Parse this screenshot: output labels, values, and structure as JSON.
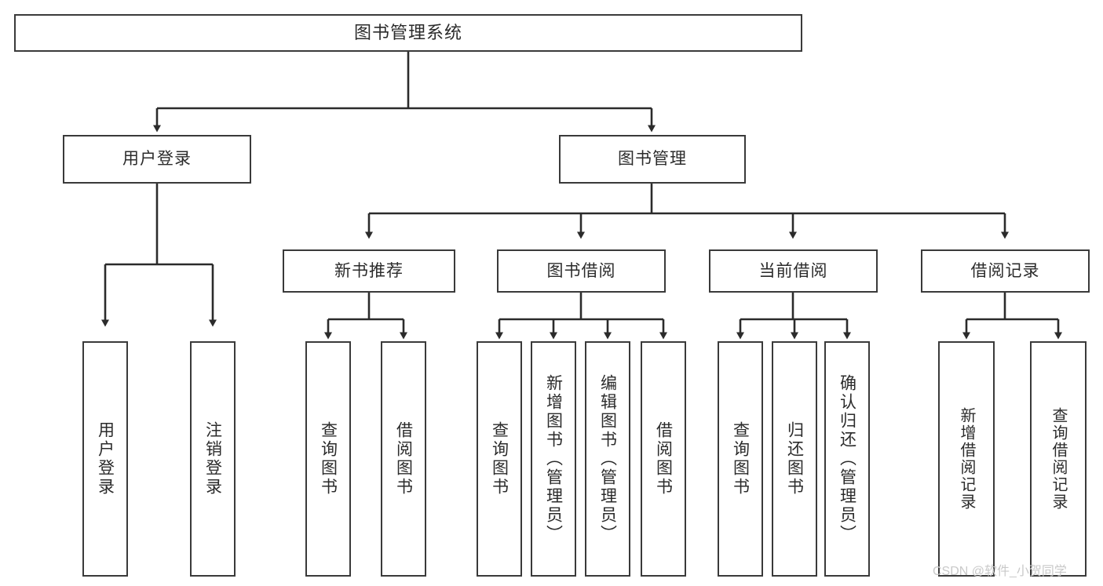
{
  "diagram": {
    "title": "图书管理系统",
    "type": "tree",
    "orientation": "top-down",
    "colors": {
      "background": "#ffffff",
      "box_border": "#3a3a3a",
      "box_fill": "#ffffff",
      "connector": "#2b2b2b",
      "text": "#2b2b2b",
      "watermark": "#c9c9c9"
    },
    "watermark": "CSDN @软件_小贺同学",
    "nodes": {
      "root": {
        "label": "图书管理系统"
      },
      "level1": [
        {
          "label": "用户登录"
        },
        {
          "label": "图书管理"
        }
      ],
      "level2": [
        {
          "label": "新书推荐"
        },
        {
          "label": "图书借阅"
        },
        {
          "label": "当前借阅"
        },
        {
          "label": "借阅记录"
        }
      ],
      "leaves_user_login": [
        {
          "label": "用户登录"
        },
        {
          "label": "注销登录"
        }
      ],
      "leaves_new_book": [
        {
          "label": "查询图书"
        },
        {
          "label": "借阅图书"
        }
      ],
      "leaves_borrow": [
        {
          "label": "查询图书"
        },
        {
          "label": "新增图书（管理员）"
        },
        {
          "label": "编辑图书（管理员）"
        },
        {
          "label": "借阅图书"
        }
      ],
      "leaves_current": [
        {
          "label": "查询图书"
        },
        {
          "label": "归还图书"
        },
        {
          "label": "确认归还（管理员）"
        }
      ],
      "leaves_records": [
        {
          "label": "新增借阅记录"
        },
        {
          "label": "查询借阅记录"
        }
      ]
    }
  }
}
